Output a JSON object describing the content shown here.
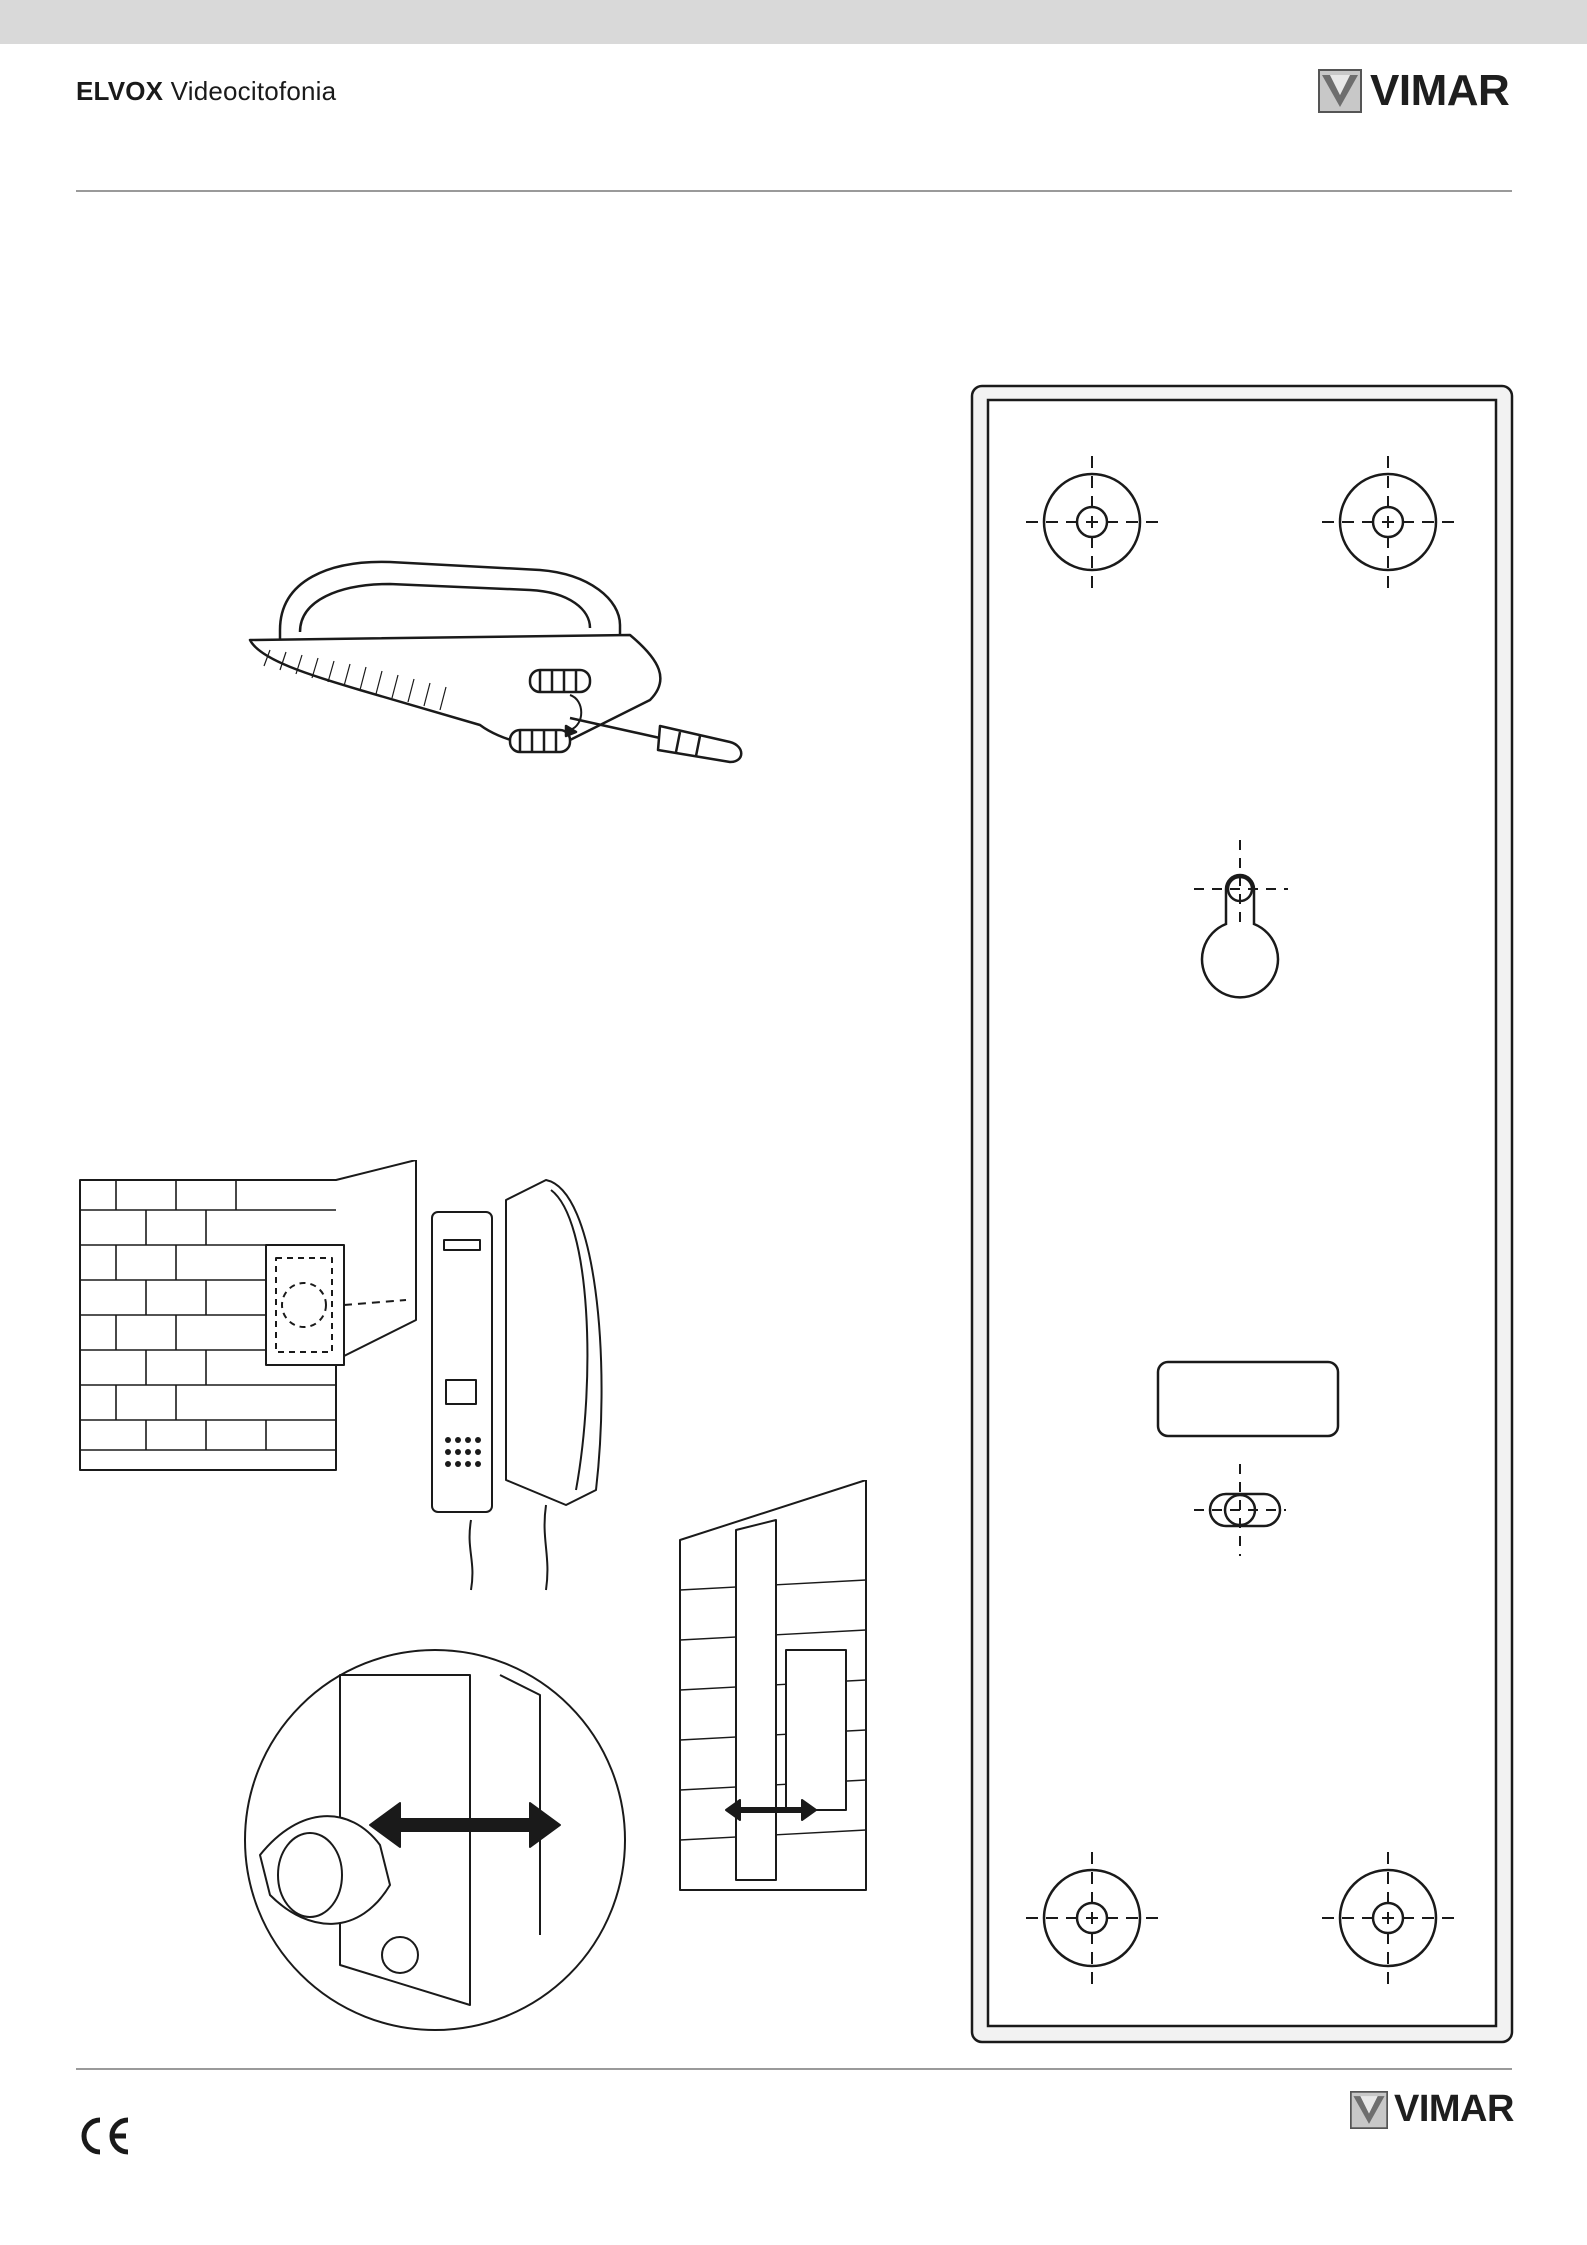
{
  "header": {
    "brand_bold": "ELVOX",
    "brand_light": "Videocitofonia",
    "logo_text": "VIMAR"
  },
  "footer": {
    "logo_text": "VIMAR",
    "mark_text": "CE"
  },
  "colors": {
    "band": "#d9d9d9",
    "rule": "#9a9a9a",
    "ink": "#1a1a1a",
    "paper": "#ffffff",
    "template_fill": "#f2f2f2"
  },
  "icons": [
    "vimar-logo-icon",
    "ce-mark-icon",
    "screwdriver-icon"
  ]
}
